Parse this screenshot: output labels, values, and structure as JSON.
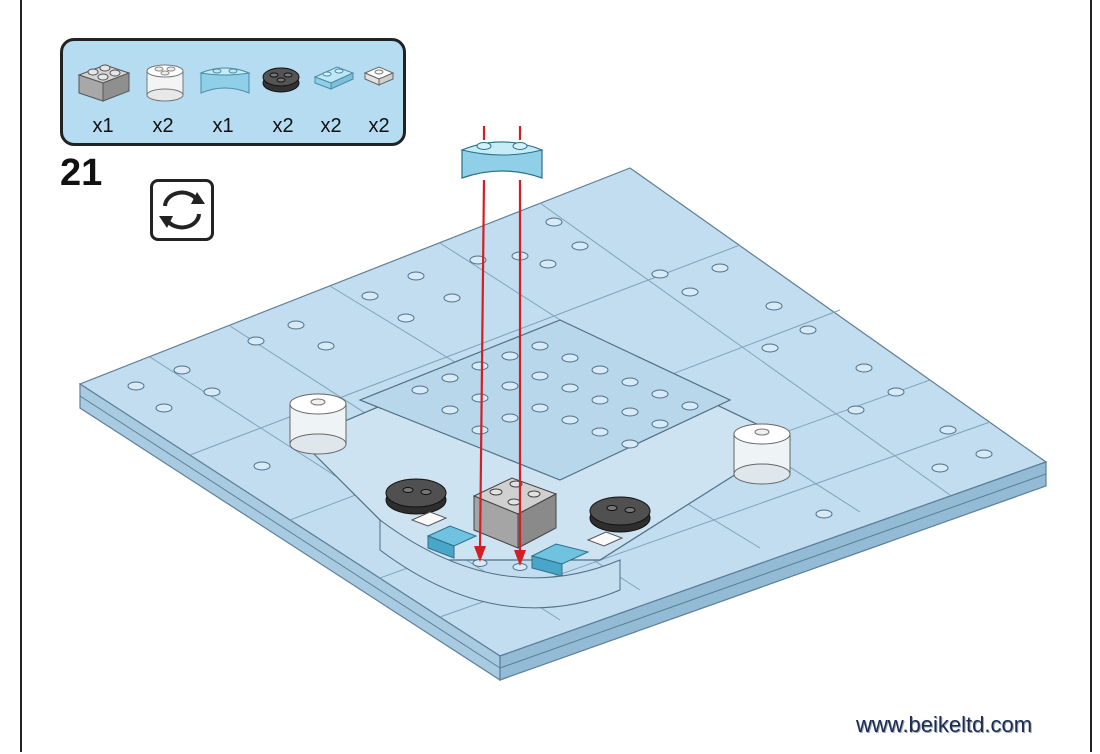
{
  "parts": [
    {
      "name": "gray-2x2-brick",
      "qty": "x1",
      "color": "#b9b9b9"
    },
    {
      "name": "clear-round-brick",
      "qty": "x2",
      "color": "#f2f2f2"
    },
    {
      "name": "trans-blue-arch-brick",
      "qty": "x1",
      "color": "#9fd6ea"
    },
    {
      "name": "dark-gray-round-plate",
      "qty": "x2",
      "color": "#4a4a4a"
    },
    {
      "name": "trans-blue-plate",
      "qty": "x2",
      "color": "#9fd6ea"
    },
    {
      "name": "white-tile",
      "qty": "x2",
      "color": "#f4f4f4"
    }
  ],
  "step": "21",
  "rotate_icon": "rotate-icon",
  "website": "www.beikeltd.com",
  "colors": {
    "baseplate": "#c2ddef",
    "baseplate_edge": "#8ab4cf",
    "arrow": "#d21f24",
    "panel": "#b6dcf2"
  }
}
